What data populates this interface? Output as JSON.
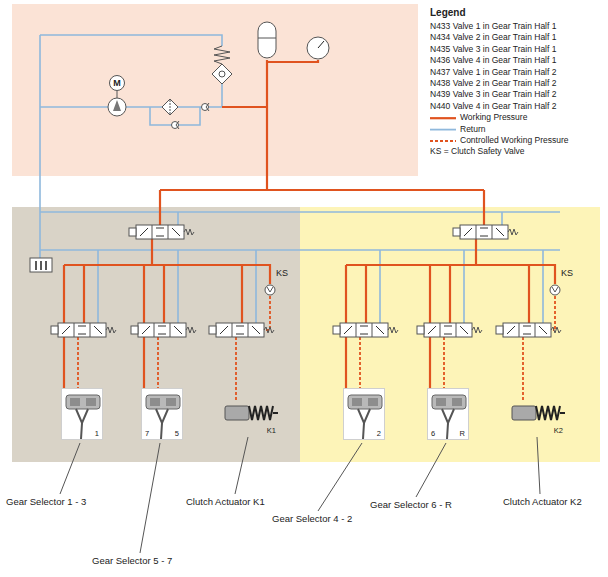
{
  "diagram": {
    "nodes": [
      {
        "text": [
          "M"
        ]
      },
      {
        "text": [
          "1"
        ]
      },
      {
        "text": [
          "7",
          "5"
        ]
      },
      {
        "text": [
          "K1"
        ]
      },
      {
        "text": [
          "2"
        ]
      },
      {
        "text": [
          "6",
          "R"
        ]
      },
      {
        "text": [
          "K2"
        ]
      }
    ],
    "labels": [
      "Legend",
      "KS",
      "KS",
      "Gear Selector 1 - 3",
      "Gear Selector 5 - 7",
      "Clutch Actuator K1",
      "Gear Selector 4 - 2",
      "Gear Selector 6 - R",
      "Clutch Actuator K2"
    ],
    "legend": [
      {
        "text": "N433 Valve 1 in Gear Train Half 1"
      },
      {
        "text": "N434 Valve 2 in Gear Train Half 1"
      },
      {
        "text": "N435 Valve 3 in Gear Train Half 1"
      },
      {
        "text": "N436 Valve 4 in Gear Train Half 1"
      },
      {
        "text": "N437 Valve 1 in Gear Train Half 2"
      },
      {
        "text": "N438 Valve 2 in Gear Train Half 2"
      },
      {
        "text": "N439 Valve 3 in Gear Train Half 2"
      },
      {
        "text": "N440 Valve 4 in Gear Train Half 2"
      },
      {
        "text": "Working Pressure"
      },
      {
        "text": "Return"
      },
      {
        "text": "Controlled Working Pressure"
      },
      {
        "text": "KS = Clutch Safety Valve"
      }
    ]
  }
}
